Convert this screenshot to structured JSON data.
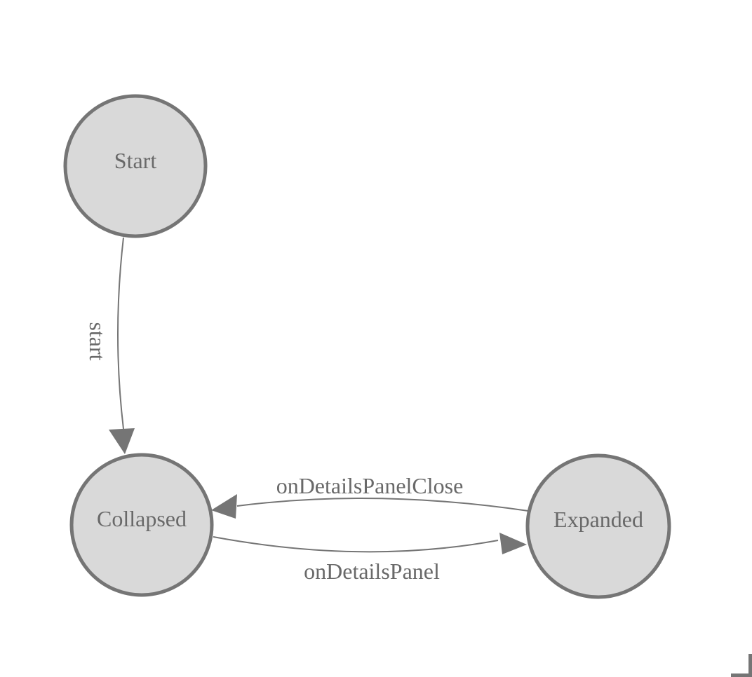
{
  "diagram": {
    "type": "state-machine",
    "colors": {
      "background": "#ffffff",
      "node_fill": "#d9d9d9",
      "node_stroke": "#757575",
      "edge_stroke": "#757575",
      "label_text": "#696969"
    },
    "nodes": [
      {
        "id": "start",
        "label": "Start"
      },
      {
        "id": "collapsed",
        "label": "Collapsed"
      },
      {
        "id": "expanded",
        "label": "Expanded"
      }
    ],
    "edges": [
      {
        "from": "start",
        "to": "collapsed",
        "label": "start"
      },
      {
        "from": "expanded",
        "to": "collapsed",
        "label": "onDetailsPanelClose"
      },
      {
        "from": "collapsed",
        "to": "expanded",
        "label": "onDetailsPanel"
      }
    ]
  }
}
